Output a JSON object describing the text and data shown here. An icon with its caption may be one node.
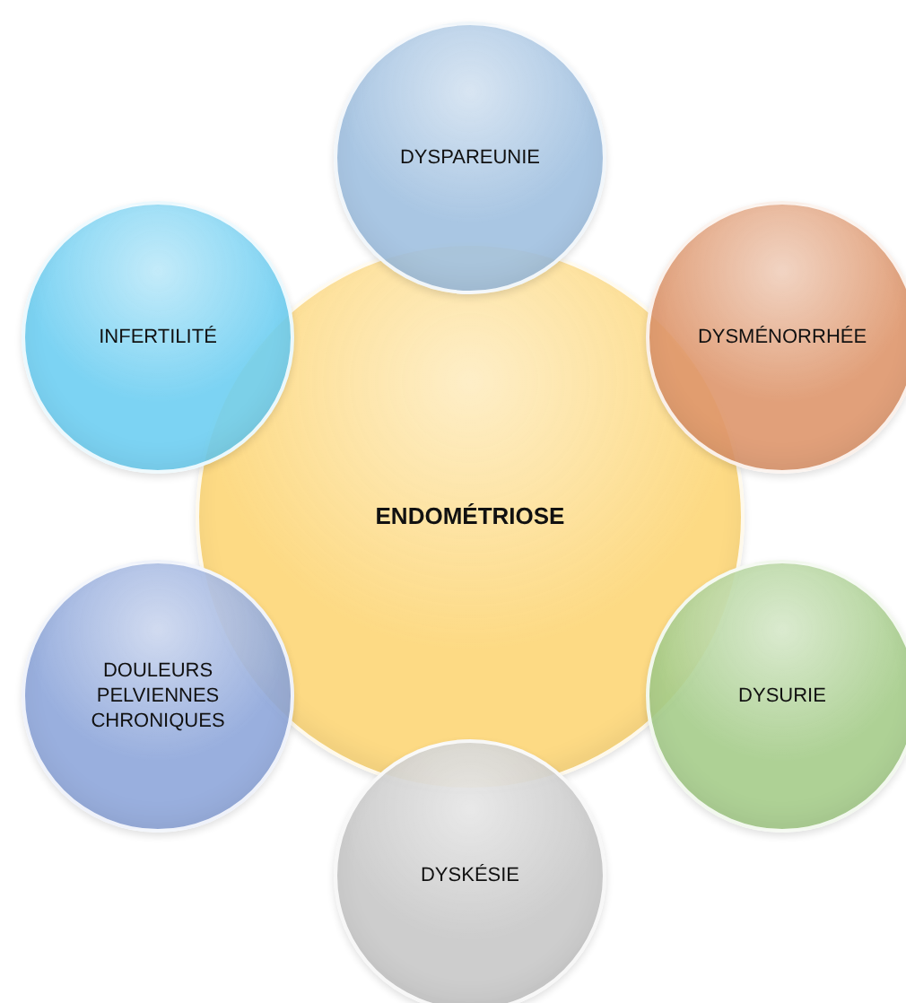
{
  "diagram": {
    "nodes": [
      {
        "text": [
          "DYSPAREUNIE"
        ]
      },
      {
        "text": [
          "INFERTILITÉ"
        ]
      },
      {
        "text": [
          "DYSMÉNORRHÉE"
        ]
      },
      {
        "text": [
          "ENDOMÉTRIOSE"
        ]
      },
      {
        "text": [
          "DOULEURS PELVIENNES CHRONIQUES"
        ]
      },
      {
        "text": [
          "DYSURIE"
        ]
      },
      {
        "text": [
          "DYSKÉSIE"
        ]
      }
    ]
  }
}
